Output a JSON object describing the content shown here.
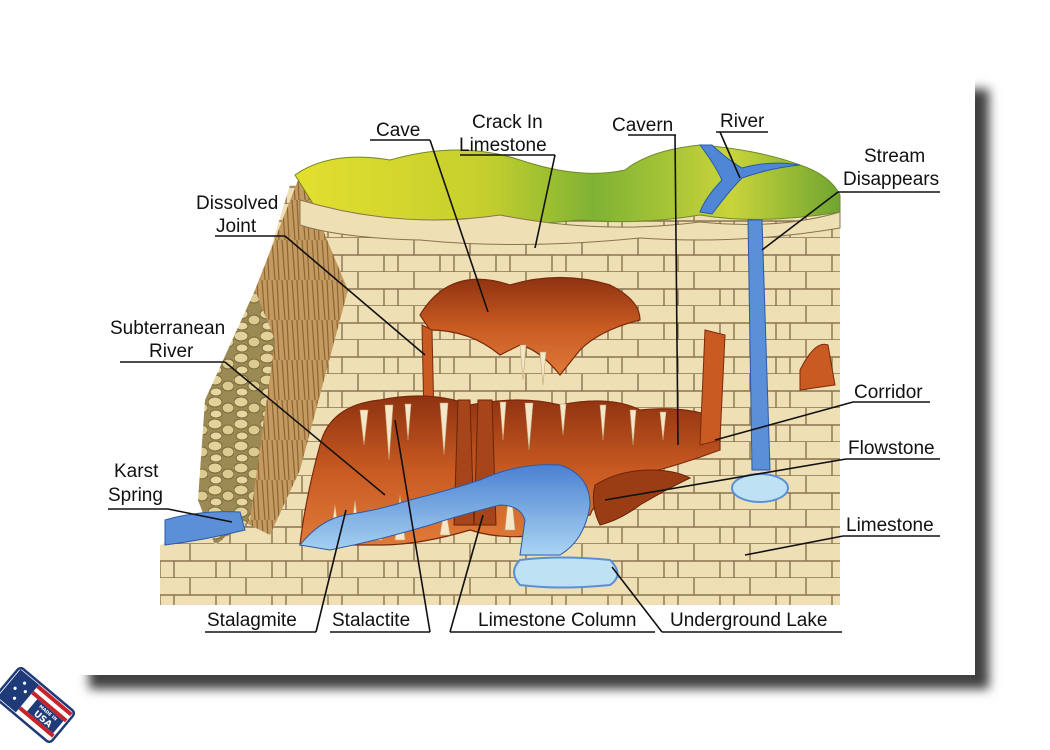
{
  "diagram": {
    "colors": {
      "limestone": "#eedfb5",
      "limestone_mortar": "#8b7350",
      "grass_light": "#e3df2e",
      "grass_dark": "#6fa531",
      "cave_rust": "#c85a22",
      "cave_dark": "#8e3210",
      "water": "#5b8fd8",
      "water_light": "#bfe1f4",
      "cliff": "#b98f55"
    },
    "labels": [
      {
        "id": "cave",
        "lines": [
          "Cave"
        ]
      },
      {
        "id": "crack-in-limestone",
        "lines": [
          "Crack In",
          "Limestone"
        ]
      },
      {
        "id": "cavern",
        "lines": [
          "Cavern"
        ]
      },
      {
        "id": "river",
        "lines": [
          "River"
        ]
      },
      {
        "id": "stream-disappears",
        "lines": [
          "Stream",
          "Disappears"
        ]
      },
      {
        "id": "dissolved-joint",
        "lines": [
          "Dissolved",
          "Joint"
        ]
      },
      {
        "id": "subterranean-river",
        "lines": [
          "Subterranean",
          "River"
        ]
      },
      {
        "id": "corridor",
        "lines": [
          "Corridor"
        ]
      },
      {
        "id": "flowstone",
        "lines": [
          "Flowstone"
        ]
      },
      {
        "id": "karst-spring",
        "lines": [
          "Karst",
          "Spring"
        ]
      },
      {
        "id": "limestone",
        "lines": [
          "Limestone"
        ]
      },
      {
        "id": "stalagmite",
        "lines": [
          "Stalagmite"
        ]
      },
      {
        "id": "stalactite",
        "lines": [
          "Stalactite"
        ]
      },
      {
        "id": "limestone-column",
        "lines": [
          "Limestone Column"
        ]
      },
      {
        "id": "underground-lake",
        "lines": [
          "Underground Lake"
        ]
      }
    ]
  },
  "badge": {
    "top_text": "MADE IN",
    "main_text": "USA",
    "icon": "usa-flag-tag-icon"
  }
}
